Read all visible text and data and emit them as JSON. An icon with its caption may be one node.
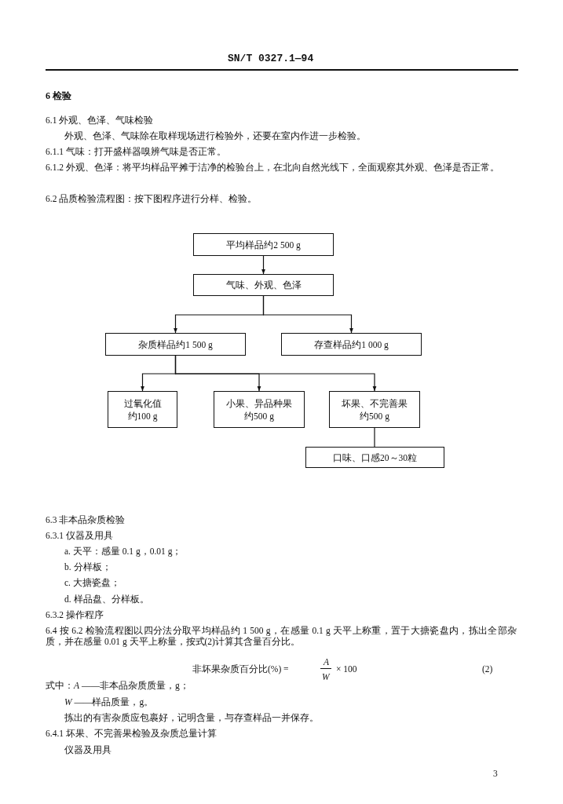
{
  "diagram": {
    "nodes": [
      {
        "text": [
          "平均样品约2 500 g"
        ]
      },
      {
        "text": [
          "气味、外观、色泽"
        ]
      },
      {
        "text": [
          "杂质样品约1 500 g"
        ]
      },
      {
        "text": [
          "存查样品约1 000 g"
        ]
      },
      {
        "text": [
          "过氧化值",
          "约100 g"
        ]
      },
      {
        "text": [
          "小果、异品种果",
          "约500 g"
        ]
      },
      {
        "text": [
          "坏果、不完善果",
          "约500 g"
        ]
      },
      {
        "text": [
          "口味、口感20～30粒"
        ]
      }
    ],
    "edges": [
      {
        "from": 0,
        "to": 1,
        "arrow": "to"
      },
      {
        "from": 1,
        "to": 2,
        "arrow": "to"
      },
      {
        "from": 1,
        "to": 3,
        "arrow": "to"
      },
      {
        "from": 2,
        "to": 4,
        "arrow": "to"
      },
      {
        "from": 2,
        "to": 5,
        "arrow": "to"
      },
      {
        "from": 2,
        "to": 6,
        "arrow": "to"
      },
      {
        "from": 6,
        "to": 7,
        "arrow": "none"
      }
    ],
    "labels": [
      "SN/T 0327.1—94",
      "6 检验",
      "6.1 外观、色泽、气味检验",
      "外观、色泽、气味除在取样现场进行检验外，还要在室内作进一步检验。",
      "6.1.1 气味：打开盛样器嗅辨气味是否正常。",
      "6.1.2 外观、色泽：将平均样品平摊于洁净的检验台上，在北向自然光线下，全面观察其外观、色泽是否正常。",
      "6.2 品质检验流程图：按下图程序进行分样、检验。",
      "6.3 非本品杂质检验",
      "6.3.1 仪器及用具",
      "a. 天平：感量 0.1 g，0.01 g；",
      "b. 分样板；",
      "c. 大搪瓷盘；",
      "d. 样品盘、分样板。",
      "6.3.2 操作程序",
      "6.4 按 6.2 检验流程图以四分法分取平均样品约 1 500 g，在感量 0.1 g 天平上称重，置于大搪瓷盘内，拣出全部杂质，并在感量 0.01 g 天平上称量，按式(2)计算其含量百分比。",
      "非坏果杂质百分比(%) =",
      "A",
      "W",
      "× 100",
      "(2)",
      "式中：*A* ——非本品杂质质量，g；",
      "*W* ——样品质量，g。",
      "拣出的有害杂质应包裹好，记明含量，与存查样品一并保存。",
      "6.4.1 坏果、不完善果检验及杂质总量计算",
      "仪器及用具",
      "3"
    ]
  }
}
